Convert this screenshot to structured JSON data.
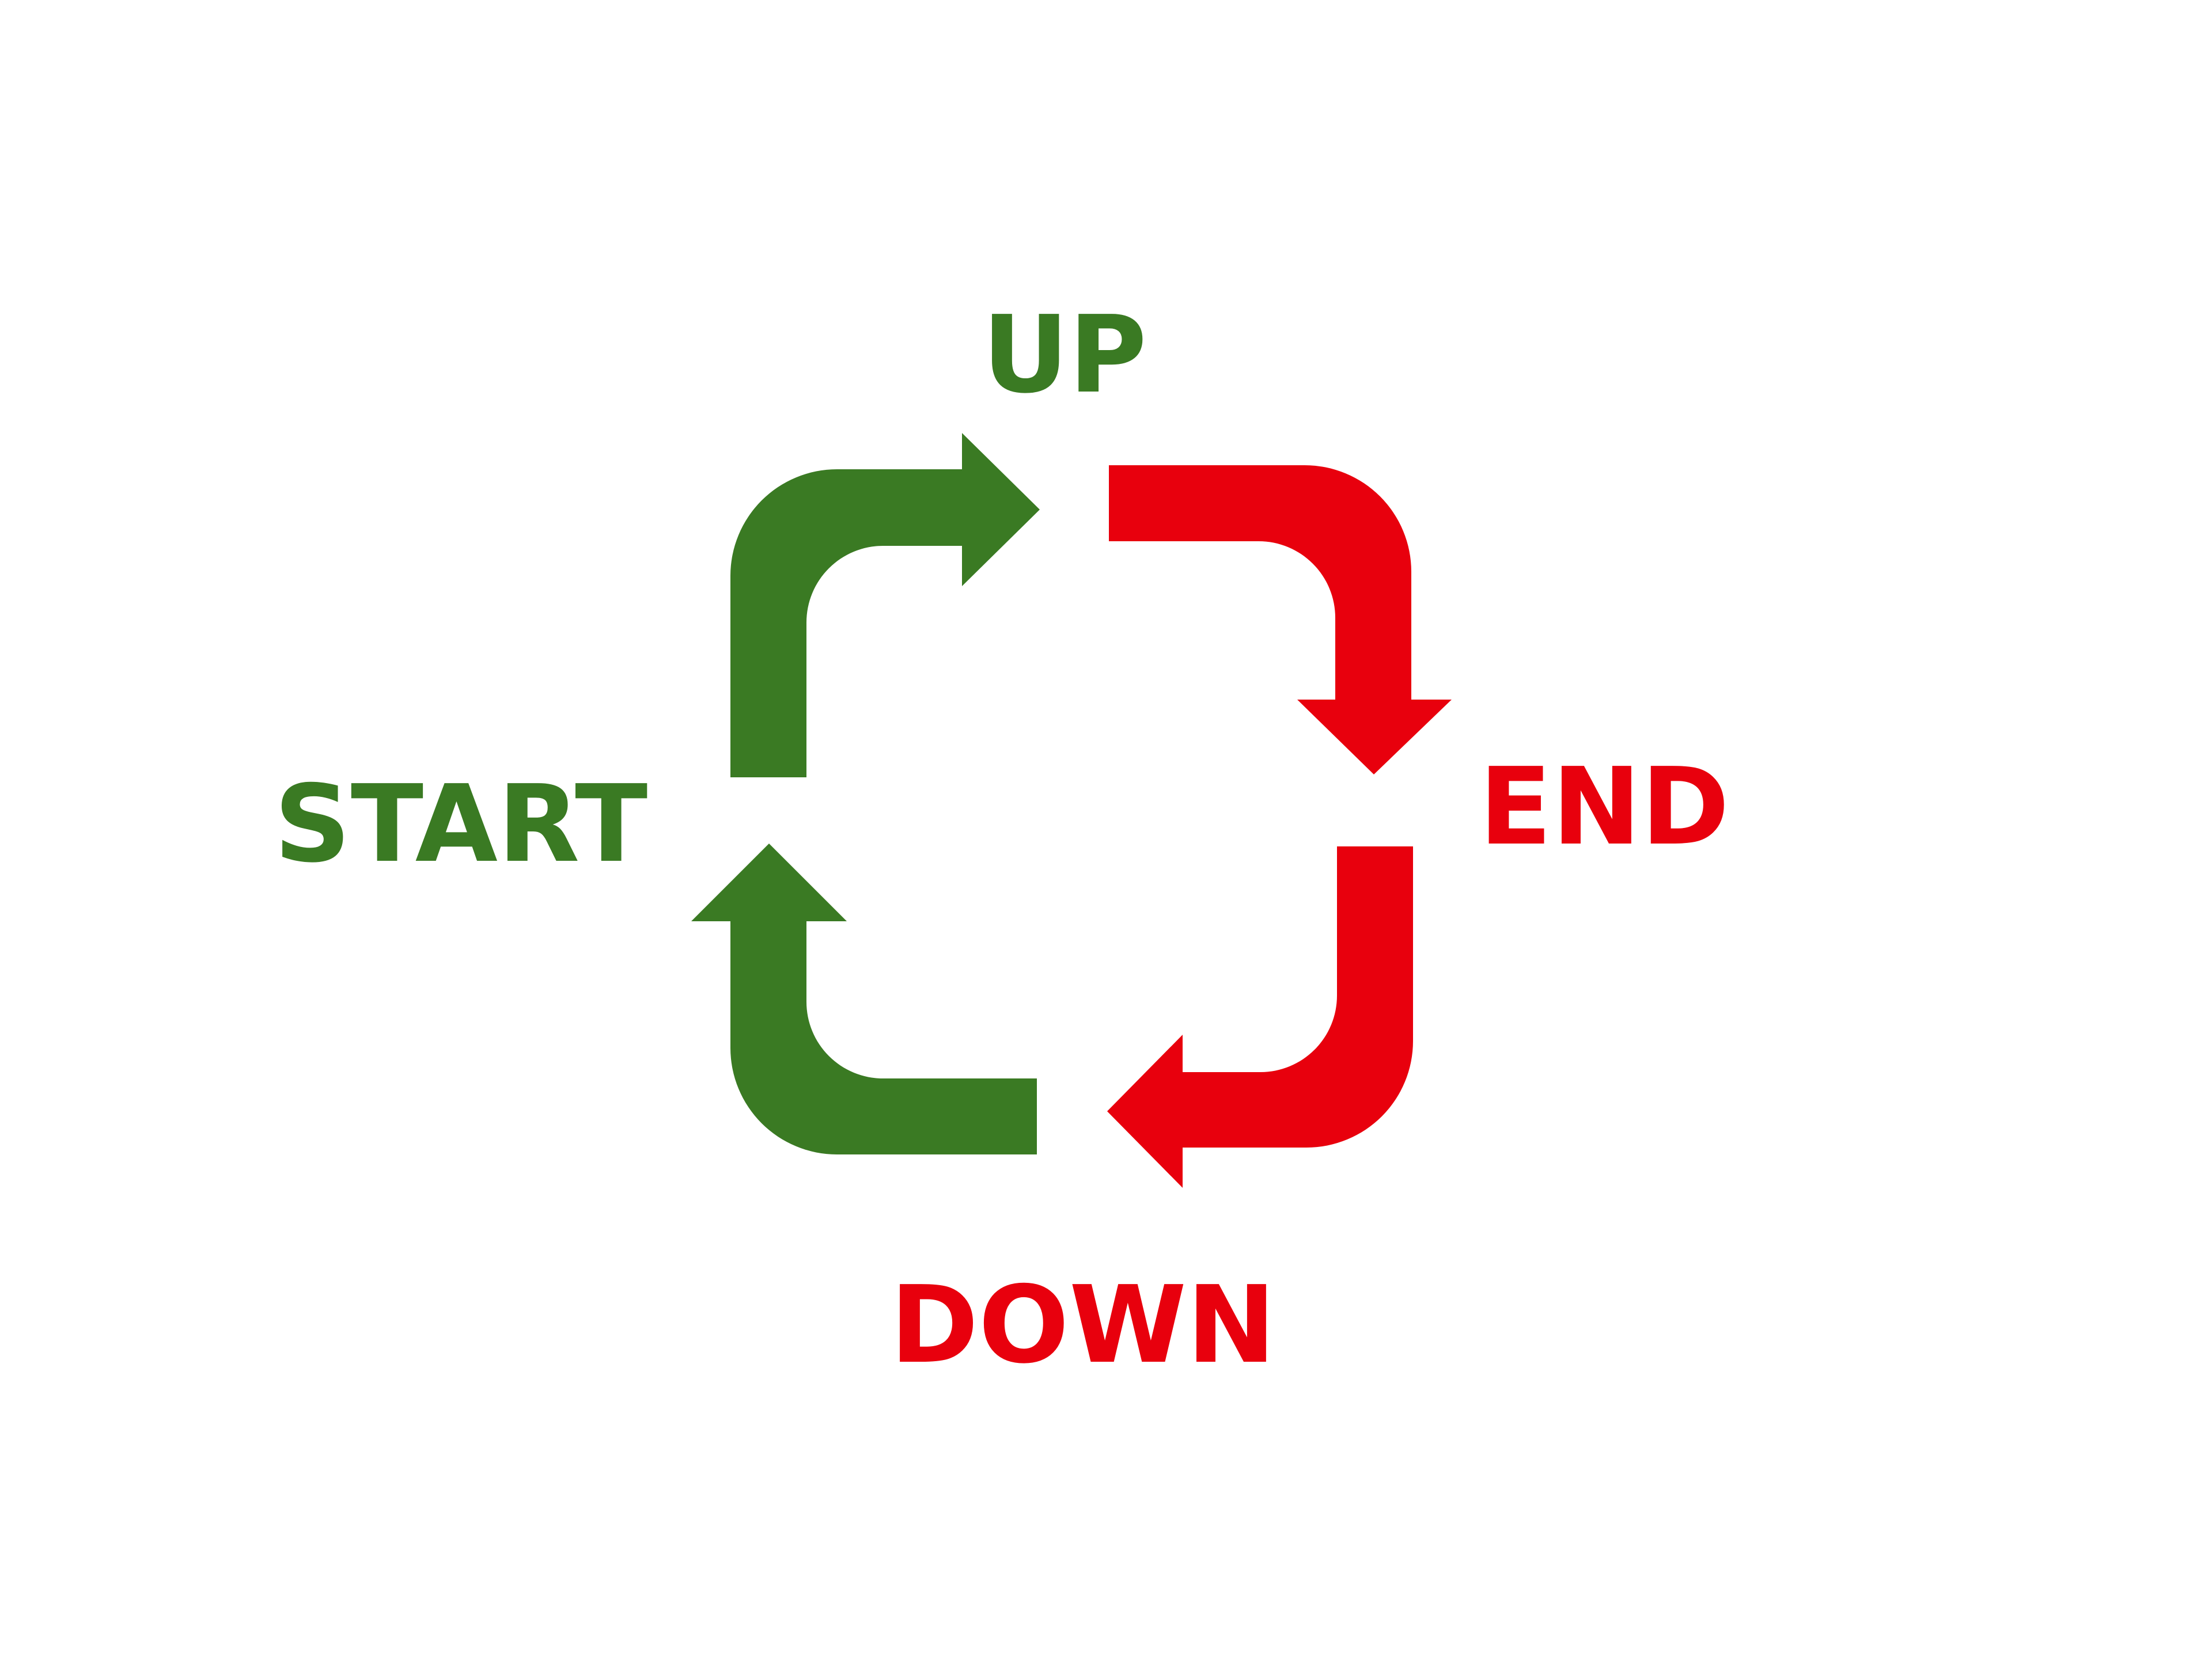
{
  "diagram": {
    "labels": {
      "up": "UP",
      "start": "START",
      "end": "END",
      "down": "DOWN"
    },
    "colors": {
      "green": "#3a7a23",
      "red": "#e8000d",
      "background": "#ffffff"
    },
    "arrows": [
      {
        "name": "start-to-up-arrow",
        "color": "green"
      },
      {
        "name": "up-to-end-arrow",
        "color": "red"
      },
      {
        "name": "end-to-down-arrow",
        "color": "red"
      },
      {
        "name": "down-to-start-arrow",
        "color": "green"
      }
    ]
  }
}
